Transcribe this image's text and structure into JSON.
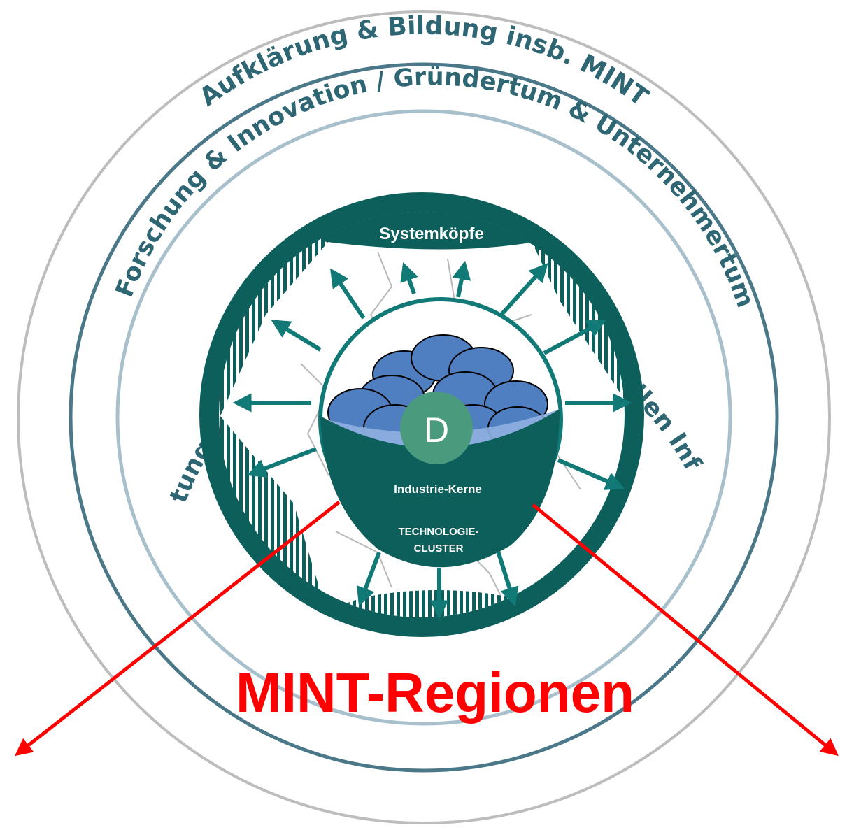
{
  "rings": {
    "outer": "Aufklärung & Bildung insb. MINT",
    "middle": "Forschung & Innovation / Gründertum & Unternehmertum",
    "inner": "Dienstleistungswirtschaft auf Basis der industriellen Infrastruktur"
  },
  "center": {
    "top_label": "Systemköpfe",
    "core_letter": "D",
    "core_label": "Industrie-Kerne",
    "cluster_label_line1": "TECHNOLOGIE-",
    "cluster_label_line2": "CLUSTER"
  },
  "title": "MINT-Regionen",
  "colors": {
    "teal_dark": "#0d5f5c",
    "teal_mid": "#117a77",
    "ring_outer": "#bdbdbd",
    "ring_middle": "#4a7888",
    "ring_inner": "#a8bfcc",
    "ring_text": "#2f6673",
    "blue_nodes": "#4f7fc0",
    "red": "#ff0000"
  }
}
